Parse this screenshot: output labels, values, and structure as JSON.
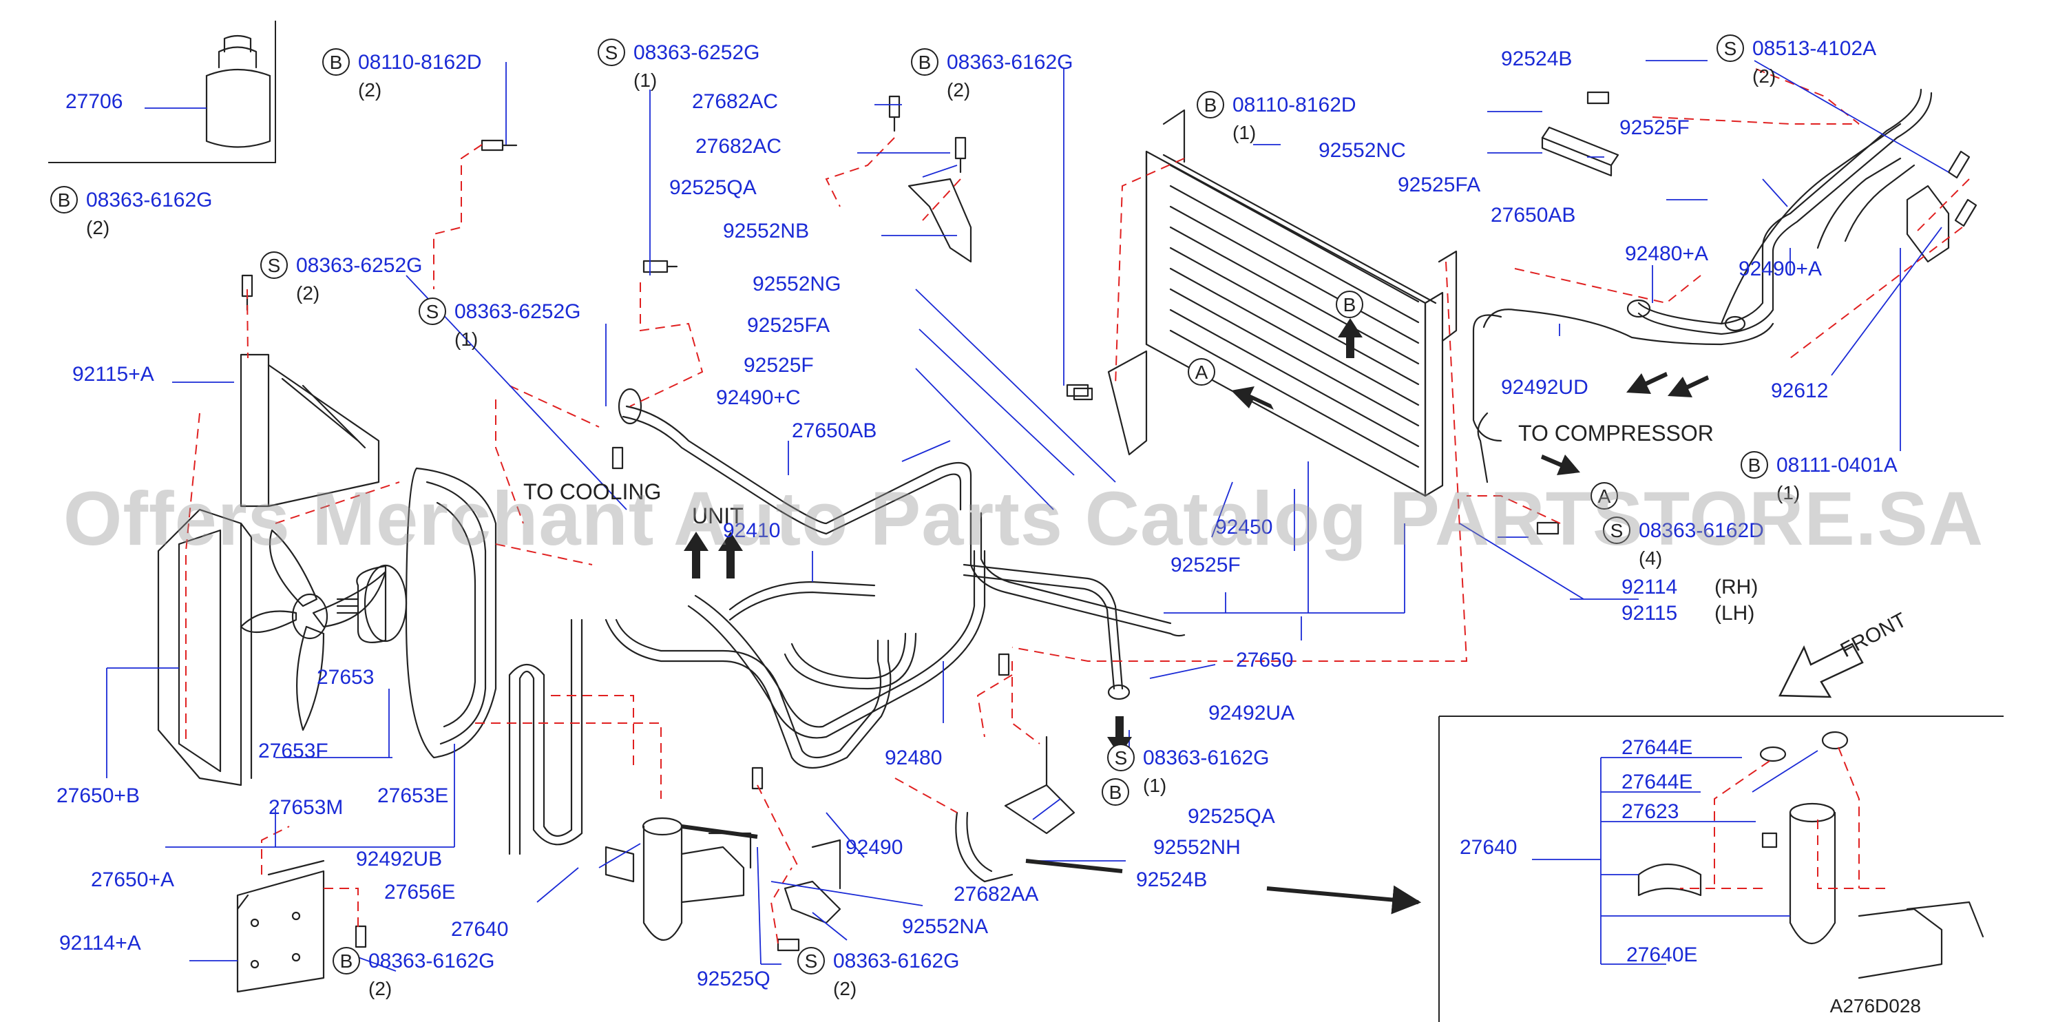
{
  "colors": {
    "part_number": "#1a2ad6",
    "callout_line": "#1a2ad6",
    "dashed_leader": "#e02020",
    "drawing": "#222222",
    "watermark": "#969696"
  },
  "watermark": "Offers Merchant Auto Parts Catalog PARTSTORE.SA",
  "diagram_code": "A276D028",
  "flow_labels": {
    "to_cooling_unit_1": "TO   COOLING",
    "to_cooling_unit_2": "UNIT",
    "to_compressor": "TO   COMPRESSOR",
    "front": "FRONT"
  },
  "ref_markers": {
    "a": "A",
    "b": "B"
  },
  "side_labels": {
    "rh": "(RH)",
    "lh": "(LH)"
  },
  "parts": [
    {
      "id": "p1",
      "no": "27706"
    },
    {
      "id": "p2",
      "prefix": "B",
      "no": "08110-8162D",
      "qty": "(2)"
    },
    {
      "id": "p3",
      "prefix": "S",
      "no": "08363-6252G",
      "qty": "(1)"
    },
    {
      "id": "p4",
      "no": "27682AC"
    },
    {
      "id": "p5",
      "no": "27682AC"
    },
    {
      "id": "p6",
      "no": "92525QA"
    },
    {
      "id": "p7",
      "no": "92552NB"
    },
    {
      "id": "p8",
      "prefix": "B",
      "no": "08363-6162G",
      "qty": "(2)"
    },
    {
      "id": "p9",
      "prefix": "B",
      "no": "08110-8162D",
      "qty": "(1)"
    },
    {
      "id": "p10",
      "no": "92524B"
    },
    {
      "id": "p11",
      "prefix": "S",
      "no": "08513-4102A",
      "qty": "(2)"
    },
    {
      "id": "p12",
      "no": "92552NC"
    },
    {
      "id": "p13",
      "no": "92525F"
    },
    {
      "id": "p14",
      "no": "92525FA"
    },
    {
      "id": "p15",
      "no": "27650AB"
    },
    {
      "id": "p16",
      "no": "92480+A"
    },
    {
      "id": "p17",
      "no": "92490+A"
    },
    {
      "id": "p18",
      "prefix": "B",
      "no": "08363-6162G",
      "qty": "(2)"
    },
    {
      "id": "p19",
      "prefix": "S",
      "no": "08363-6252G",
      "qty": "(2)"
    },
    {
      "id": "p20",
      "no": "92552NG"
    },
    {
      "id": "p21",
      "prefix": "S",
      "no": "08363-6252G",
      "qty": "(1)"
    },
    {
      "id": "p22",
      "no": "92525FA"
    },
    {
      "id": "p23",
      "no": "92525F"
    },
    {
      "id": "p24",
      "no": "92115+A"
    },
    {
      "id": "p25",
      "no": "92490+C"
    },
    {
      "id": "p26",
      "no": "27650AB"
    },
    {
      "id": "p27",
      "no": "92492UD"
    },
    {
      "id": "p28",
      "no": "92612"
    },
    {
      "id": "p29",
      "prefix": "B",
      "no": "08111-0401A",
      "qty": "(1)"
    },
    {
      "id": "p30",
      "no": "92410"
    },
    {
      "id": "p31",
      "no": "92450"
    },
    {
      "id": "p32",
      "no": "92525F"
    },
    {
      "id": "p33",
      "prefix": "S",
      "no": "08363-6162D",
      "qty": "(4)"
    },
    {
      "id": "p34",
      "no": "92114"
    },
    {
      "id": "p35",
      "no": "92115"
    },
    {
      "id": "p36",
      "no": "27650"
    },
    {
      "id": "p37",
      "no": "27653"
    },
    {
      "id": "p38",
      "no": "27653F"
    },
    {
      "id": "p39",
      "no": "92492UA"
    },
    {
      "id": "p40",
      "prefix": "S",
      "no": "08363-6162G",
      "qty": "(1)"
    },
    {
      "id": "p41",
      "no": "27650+B"
    },
    {
      "id": "p42",
      "no": "27653M"
    },
    {
      "id": "p43",
      "no": "27653E"
    },
    {
      "id": "p44",
      "no": "92480"
    },
    {
      "id": "p45",
      "no": "92525QA"
    },
    {
      "id": "p46",
      "no": "27650+A"
    },
    {
      "id": "p47",
      "no": "92492UB"
    },
    {
      "id": "p48",
      "no": "92490"
    },
    {
      "id": "p49",
      "no": "92552NH"
    },
    {
      "id": "p50",
      "no": "27656E"
    },
    {
      "id": "p51",
      "no": "27682AA"
    },
    {
      "id": "p52",
      "no": "92524B"
    },
    {
      "id": "p53",
      "no": "92114+A"
    },
    {
      "id": "p54",
      "no": "27640"
    },
    {
      "id": "p55",
      "no": "92552NA"
    },
    {
      "id": "p56",
      "prefix": "B",
      "no": "08363-6162G",
      "qty": "(2)"
    },
    {
      "id": "p57",
      "no": "92525Q"
    },
    {
      "id": "p58",
      "prefix": "S",
      "no": "08363-6162G",
      "qty": "(2)"
    },
    {
      "id": "p59",
      "no": "27644E"
    },
    {
      "id": "p60",
      "no": "27644E"
    },
    {
      "id": "p61",
      "no": "27623"
    },
    {
      "id": "p62",
      "no": "27640"
    },
    {
      "id": "p63",
      "no": "27640E"
    }
  ]
}
